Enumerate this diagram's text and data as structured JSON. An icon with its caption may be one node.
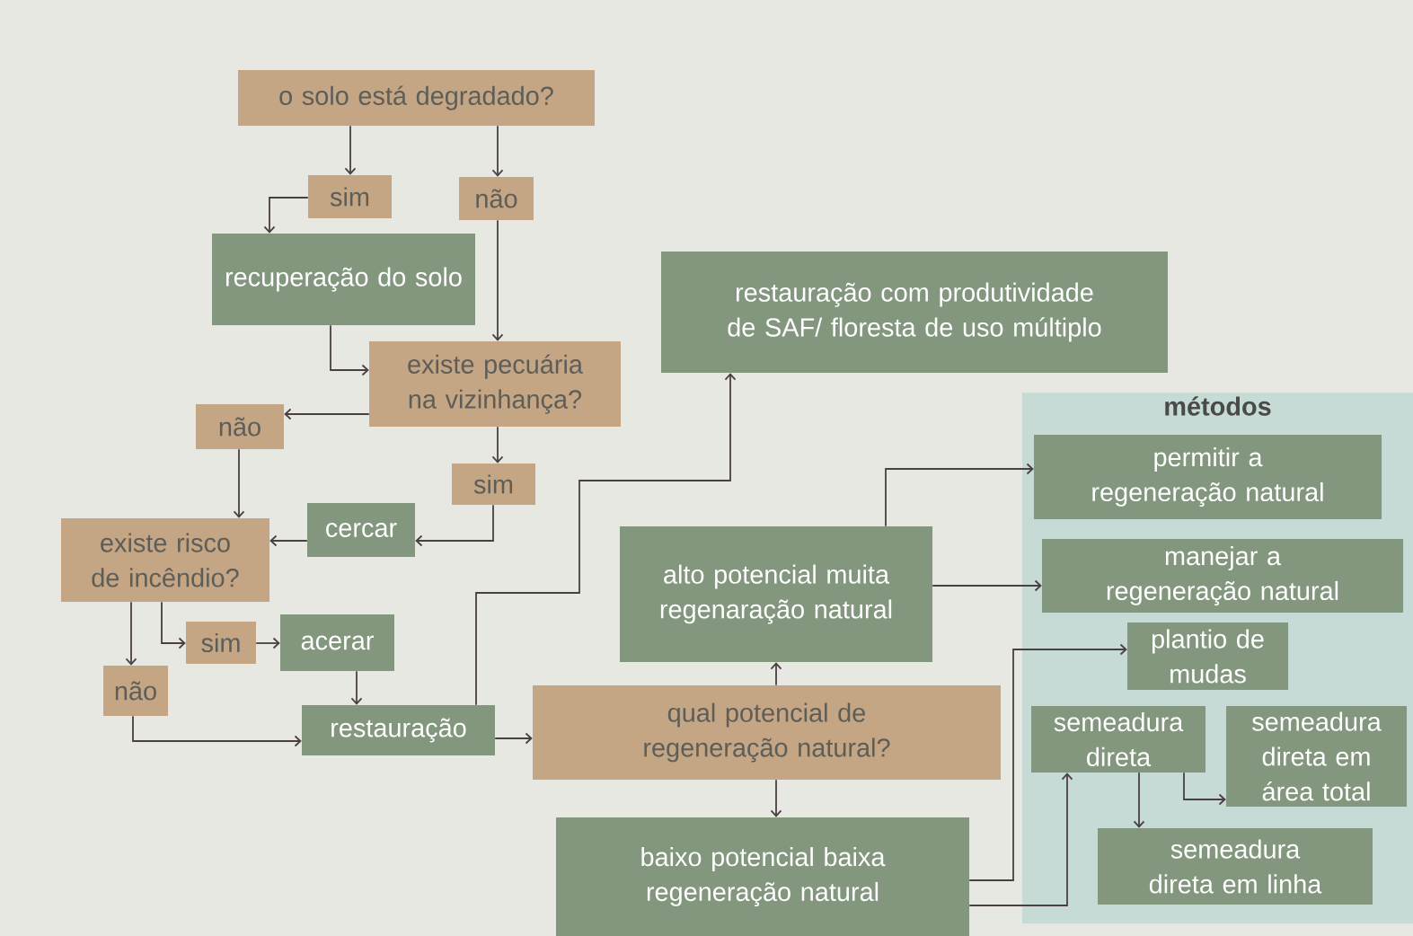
{
  "diagram": {
    "nodes": [
      {
        "text": [
          "o solo está degradado?"
        ]
      },
      {
        "text": [
          "sim"
        ]
      },
      {
        "text": [
          "não"
        ]
      },
      {
        "text": [
          "recuperação do solo"
        ]
      },
      {
        "text": [
          "restauração com produtividade de SAF/ floresta de uso múltiplo"
        ]
      },
      {
        "text": [
          "existe pecuária na vizinhança?"
        ]
      },
      {
        "text": [
          "não"
        ]
      },
      {
        "text": [
          "métodos"
        ]
      },
      {
        "text": [
          "permitir a regeneração natural"
        ],
        "in": 7
      },
      {
        "text": [
          "sim"
        ]
      },
      {
        "text": [
          "cercar"
        ]
      },
      {
        "text": [
          "existe risco de incêndio?"
        ]
      },
      {
        "text": [
          "alto potencial muita regenaração natural"
        ]
      },
      {
        "text": [
          "manejar a regeneração natural"
        ],
        "in": 7
      },
      {
        "text": [
          "sim"
        ]
      },
      {
        "text": [
          "acerar"
        ]
      },
      {
        "text": [
          "plantio de mudas"
        ],
        "in": 7
      },
      {
        "text": [
          "não"
        ]
      },
      {
        "text": [
          "restauração"
        ]
      },
      {
        "text": [
          "qual potencial de regeneração natural?"
        ]
      },
      {
        "text": [
          "semeadura direta"
        ],
        "in": 7
      },
      {
        "text": [
          "semeadura direta em área total"
        ],
        "in": 7
      },
      {
        "text": [
          "baixo potencial baixa regeneração natural"
        ]
      },
      {
        "text": [
          "semeadura direta em linha"
        ],
        "in": 7
      }
    ],
    "edges": [
      {
        "from": 0,
        "to": 1,
        "arrow": "to"
      },
      {
        "from": 0,
        "to": 2,
        "arrow": "to"
      },
      {
        "from": 1,
        "to": 3,
        "arrow": "to"
      },
      {
        "from": 2,
        "to": 5,
        "arrow": "to"
      },
      {
        "from": 3,
        "to": 5,
        "arrow": "to"
      },
      {
        "from": 5,
        "to": 6,
        "arrow": "to"
      },
      {
        "from": 5,
        "to": 9,
        "arrow": "to"
      },
      {
        "from": 6,
        "to": 11,
        "arrow": "to"
      },
      {
        "from": 9,
        "to": 10,
        "arrow": "to"
      },
      {
        "from": 10,
        "to": 11,
        "arrow": "to"
      },
      {
        "from": 11,
        "to": 17,
        "arrow": "to"
      },
      {
        "from": 11,
        "to": 14,
        "arrow": "to"
      },
      {
        "from": 14,
        "to": 15,
        "arrow": "to"
      },
      {
        "from": 15,
        "to": 18,
        "arrow": "to"
      },
      {
        "from": 17,
        "to": 18,
        "arrow": "to"
      },
      {
        "from": 18,
        "to": 4,
        "arrow": "to"
      },
      {
        "from": 18,
        "to": 19,
        "arrow": "to"
      },
      {
        "from": 19,
        "to": 12,
        "arrow": "to"
      },
      {
        "from": 19,
        "to": 22,
        "arrow": "to"
      },
      {
        "from": 12,
        "to": 8,
        "arrow": "to"
      },
      {
        "from": 12,
        "to": 13,
        "arrow": "to"
      },
      {
        "from": 22,
        "to": 16,
        "arrow": "to"
      },
      {
        "from": 22,
        "to": 20,
        "arrow": "to"
      },
      {
        "from": 20,
        "to": 23,
        "arrow": "to"
      },
      {
        "from": 20,
        "to": 21,
        "arrow": "to"
      }
    ]
  }
}
